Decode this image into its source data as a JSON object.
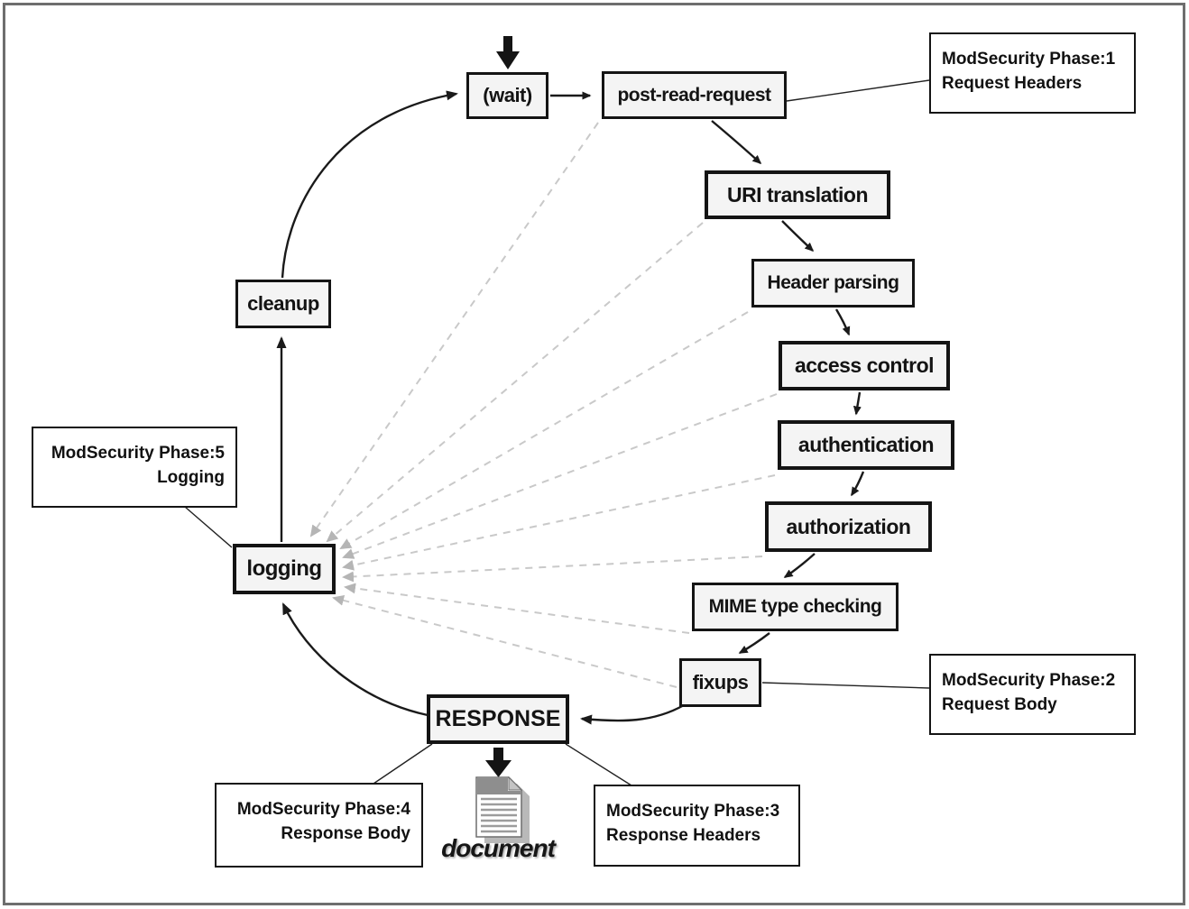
{
  "colors": {
    "node_border": "#141414",
    "node_fill": "#f4f4f4",
    "annotation_bg": "#ffffff",
    "dashed_arrow": "#c7c7c7",
    "solid_arrow": "#1a1a1a",
    "frame_border": "#6e6e6e"
  },
  "nodes": {
    "wait": {
      "label": "(wait)"
    },
    "post_read_request": {
      "label": "post-read-request"
    },
    "uri_translation": {
      "label": "URI translation"
    },
    "header_parsing": {
      "label": "Header parsing"
    },
    "access_control": {
      "label": "access control"
    },
    "authentication": {
      "label": "authentication"
    },
    "authorization": {
      "label": "authorization"
    },
    "mime_type_checking": {
      "label": "MIME type checking"
    },
    "fixups": {
      "label": "fixups"
    },
    "response": {
      "label": "RESPONSE"
    },
    "logging": {
      "label": "logging"
    },
    "cleanup": {
      "label": "cleanup"
    }
  },
  "annotations": {
    "phase1": {
      "line1": "ModSecurity Phase:1",
      "line2": "Request Headers"
    },
    "phase2": {
      "line1": "ModSecurity Phase:2",
      "line2": "Request Body"
    },
    "phase3": {
      "line1": "ModSecurity Phase:3",
      "line2": "Response Headers"
    },
    "phase4": {
      "line1": "ModSecurity Phase:4",
      "line2": "Response Body"
    },
    "phase5": {
      "line1": "ModSecurity Phase:5",
      "line2": "Logging"
    }
  },
  "document": {
    "label": "document"
  },
  "icons": {
    "document": "document-icon"
  }
}
